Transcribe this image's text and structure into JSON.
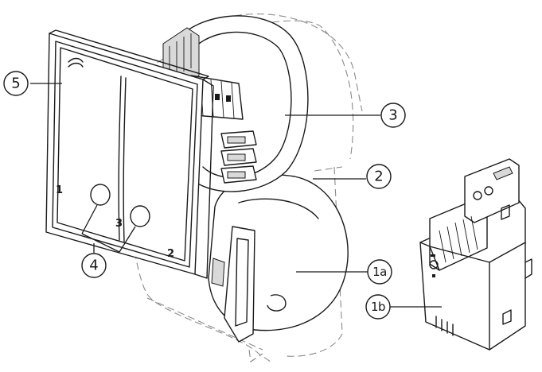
{
  "callouts": [
    {
      "id": "5",
      "label": "5"
    },
    {
      "id": "3",
      "label": "3"
    },
    {
      "id": "2",
      "label": "2"
    },
    {
      "id": "1a",
      "label": "1a"
    },
    {
      "id": "4",
      "label": "4"
    },
    {
      "id": "1b",
      "label": "1b"
    }
  ],
  "rocker_numbers": {
    "left": "1",
    "middle": "3",
    "right": "2"
  }
}
